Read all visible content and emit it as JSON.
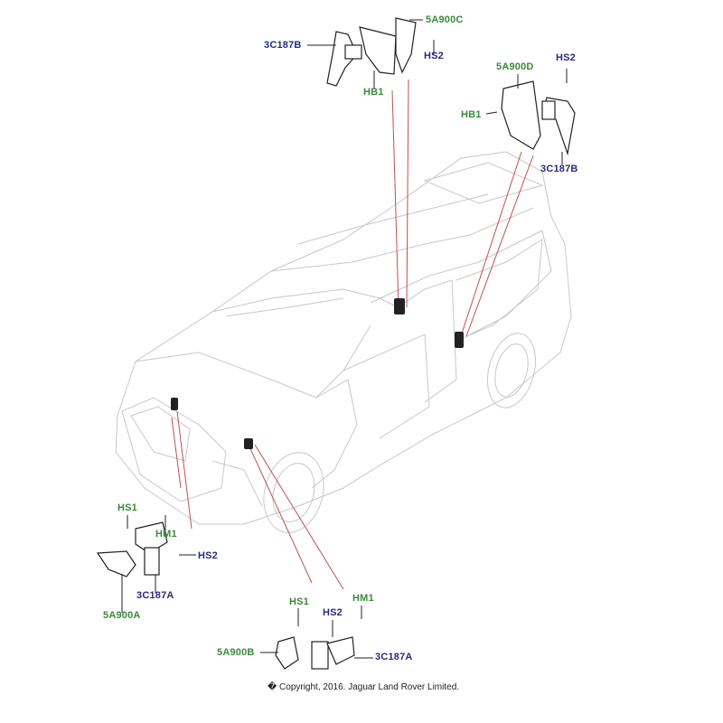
{
  "colors": {
    "callout_green": "#3a8a3a",
    "callout_blue": "#2a2a7a",
    "leader_red": "#c0504d",
    "car_outline": "#c8c8c8"
  },
  "callouts": {
    "rear_left": {
      "bracket": "5A900C",
      "sensor": "3C187B",
      "screw": "HS2",
      "bolt": "HB1"
    },
    "rear_right": {
      "bracket": "5A900D",
      "screw": "HS2",
      "bolt": "HB1",
      "sensor": "3C187B"
    },
    "front_left": {
      "screw1": "HS1",
      "nut": "HM1",
      "screw2": "HS2",
      "sensor": "3C187A",
      "bracket": "5A900A"
    },
    "front_right": {
      "screw1": "HS1",
      "screw2": "HS2",
      "nut": "HM1",
      "bracket": "5A900B",
      "sensor": "3C187A"
    }
  },
  "copyright": "� Copyright, 2016. Jaguar Land Rover Limited."
}
